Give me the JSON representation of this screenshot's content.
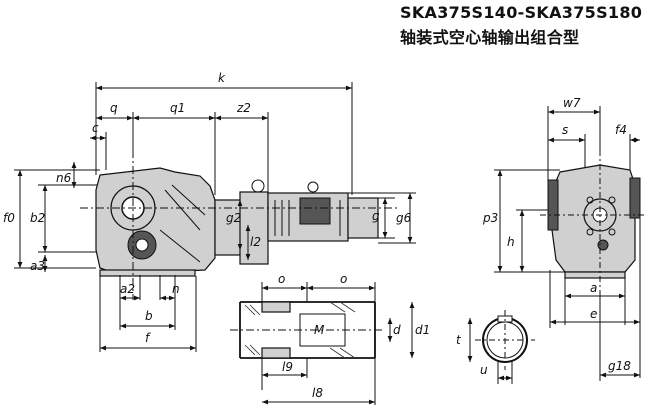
{
  "header": {
    "model_range": "SKA375S140-SKA375S180",
    "description": "轴装式空心轴输出组合型"
  },
  "dimensions": {
    "k": "k",
    "q": "q",
    "q1": "q1",
    "z2": "z2",
    "c": "c",
    "n6": "n6",
    "f0": "f0",
    "b2": "b2",
    "a3": "a3",
    "a2": "a2",
    "b": "b",
    "n": "n",
    "f": "f",
    "g2": "g2",
    "l2": "l2",
    "g": "g",
    "g6": "g6",
    "o1": "o",
    "o2": "o",
    "M": "M",
    "d": "d",
    "d1": "d1",
    "l9": "l9",
    "l8": "l8",
    "t": "t",
    "u": "u",
    "w7": "w7",
    "s": "s",
    "f4": "f4",
    "p3": "p3",
    "h": "h",
    "a": "a",
    "e": "e",
    "g18": "g18"
  }
}
